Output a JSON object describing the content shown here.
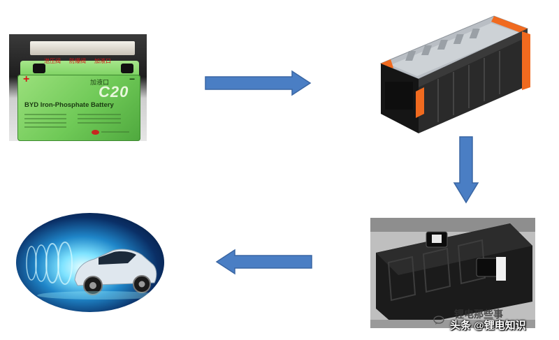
{
  "battery_cell": {
    "top_labels": [
      "泄压阀",
      "防爆阀",
      "加液口"
    ],
    "fill_port_label": "加液口",
    "model": "C20",
    "title": "BYD Iron-Phosphate Battery",
    "plus": "+",
    "minus": "−"
  },
  "watermark": {
    "text": "头条 @锂电知识",
    "overlay_text": "锂电那些事"
  },
  "colors": {
    "arrow_fill": "#4a7ec4",
    "arrow_stroke": "#3a66a3",
    "cell_green": "#6fc957",
    "module_orange": "#f06a1f",
    "pack_black": "#1b1b1b"
  },
  "icons": {
    "arrows": [
      "arrow-right-icon",
      "arrow-down-icon",
      "arrow-left-icon"
    ]
  }
}
